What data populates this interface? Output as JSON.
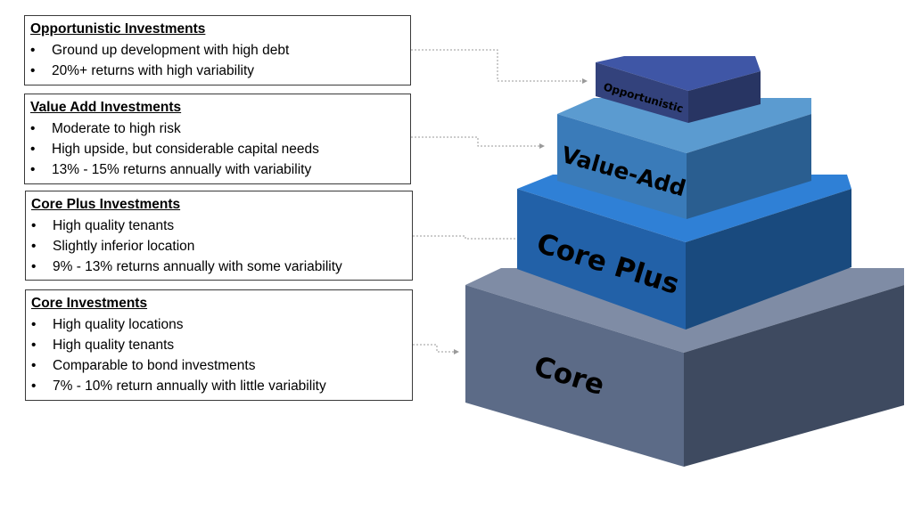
{
  "boxes": {
    "opportunistic": {
      "title": "Opportunistic Investments",
      "bullets": [
        "Ground up development with high debt",
        "20%+ returns with high variability"
      ]
    },
    "value_add": {
      "title": "Value Add Investments",
      "bullets": [
        "Moderate to high risk",
        "High upside, but considerable capital needs",
        "13% - 15% returns annually with variability"
      ]
    },
    "core_plus": {
      "title": "Core Plus Investments",
      "bullets": [
        "High quality tenants",
        "Slightly inferior location",
        "9% - 13% returns annually with some variability"
      ]
    },
    "core": {
      "title": "Core Investments",
      "bullets": [
        "High quality locations",
        "High quality tenants",
        "Comparable to bond investments",
        "7% - 10% return annually with little variability"
      ]
    }
  },
  "pyramid": {
    "opportunistic": "Opportunistic",
    "value_add": "Value-Add",
    "core_plus": "Core Plus",
    "core": "Core"
  },
  "colors": {
    "core": "#5b6a85",
    "core_plus": "#2f6fbf",
    "value_add": "#3f86c4",
    "opportunistic": "#34427a",
    "connector": "#9a9a9a"
  }
}
